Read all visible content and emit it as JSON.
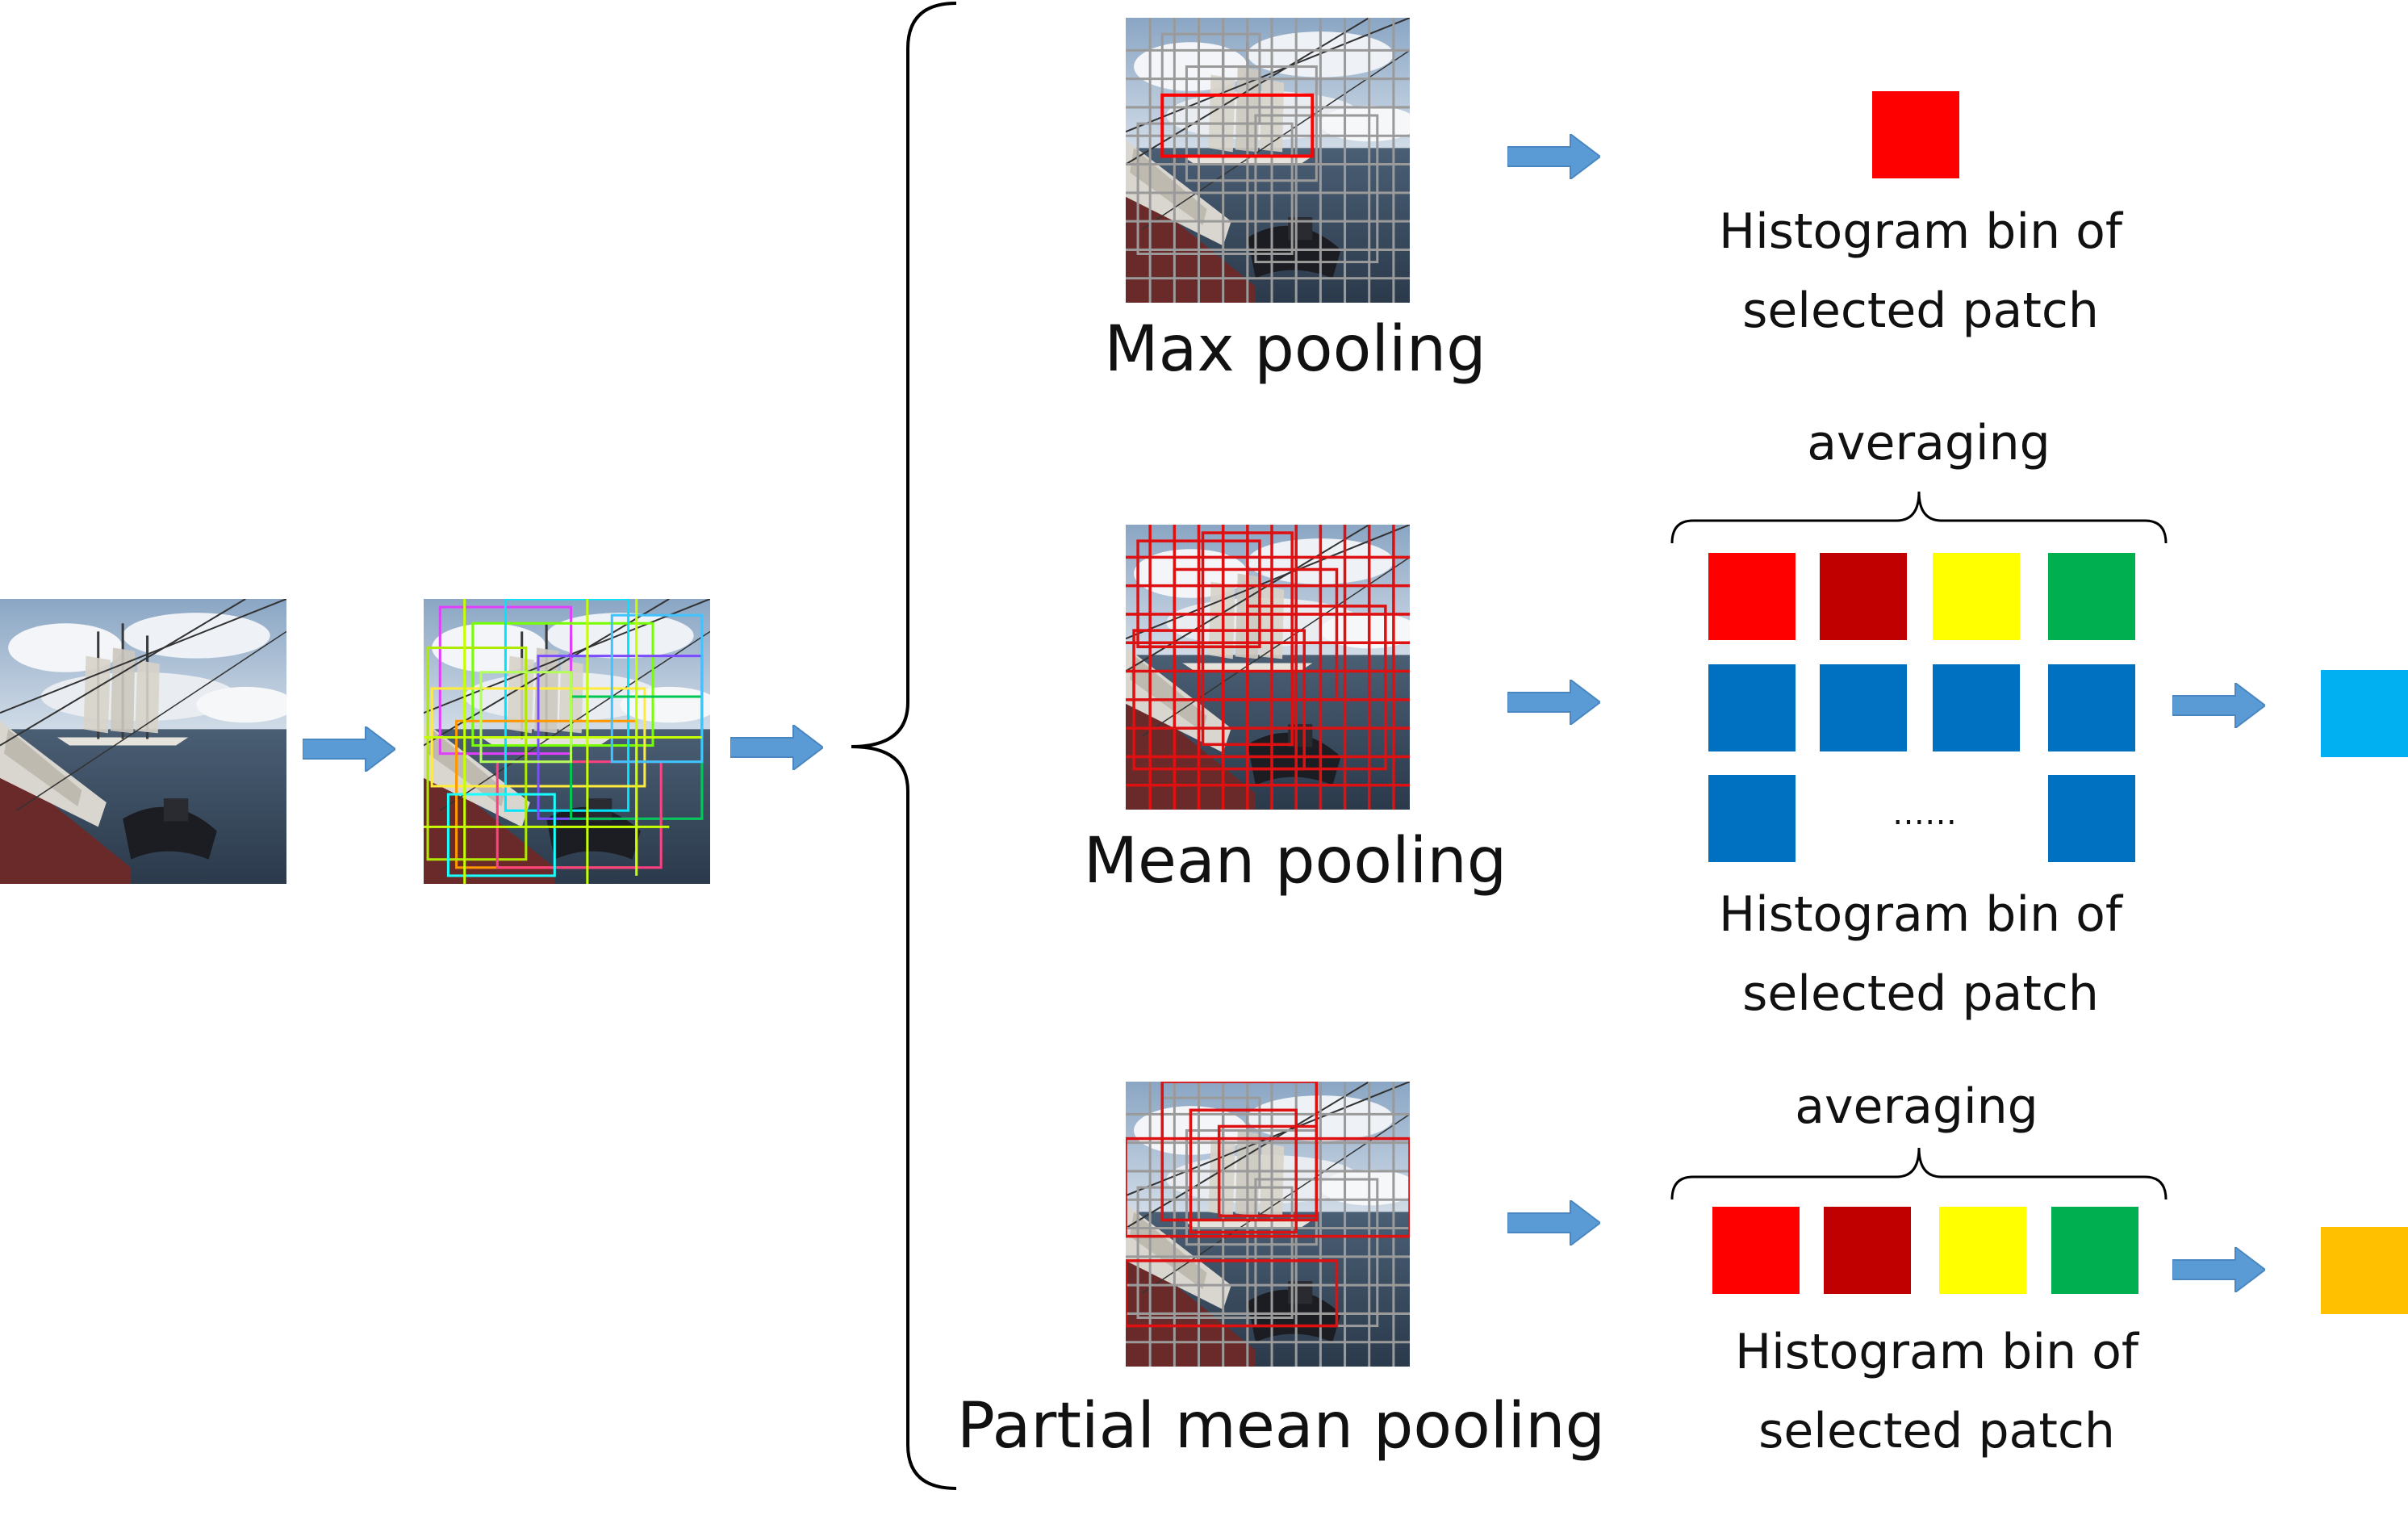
{
  "stages": {
    "max": {
      "method_label": "Max pooling",
      "output_caption": [
        "Histogram bin of",
        "selected patch"
      ]
    },
    "mean": {
      "method_label": "Mean pooling",
      "bracket_label": "averaging",
      "ellipsis": "……",
      "output_caption": [
        "Histogram bin of",
        "selected patch"
      ]
    },
    "partial": {
      "method_label": "Partial mean pooling",
      "bracket_label": "averaging",
      "output_caption": [
        "Histogram bin of",
        "selected patch"
      ]
    }
  },
  "colors": {
    "arrow": "#5b9bd5",
    "red": "#ff0000",
    "dark_red": "#c00000",
    "yellow": "#ffff00",
    "green": "#00b050",
    "blue": "#0070c0",
    "mean_result": "#00b0f0",
    "partial_result": "#ffc000"
  },
  "swatches": {
    "max": [
      "red"
    ],
    "mean": [
      "red",
      "dark_red",
      "yellow",
      "green",
      "blue",
      "blue",
      "blue",
      "blue",
      "blue",
      "blue"
    ],
    "partial": [
      "red",
      "dark_red",
      "yellow",
      "green"
    ]
  }
}
